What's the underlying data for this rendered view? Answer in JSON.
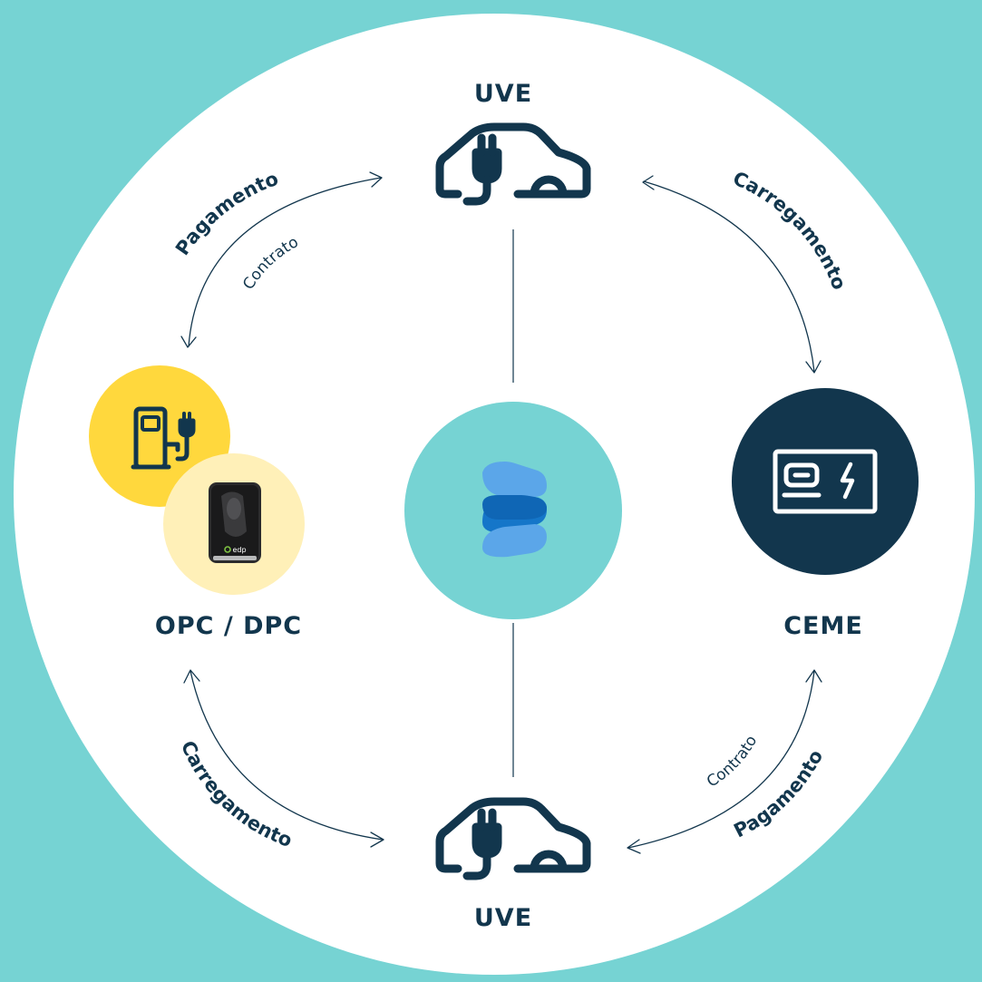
{
  "colors": {
    "background": "#76d3d3",
    "circle": "#ffffff",
    "navy": "#12364d",
    "teal": "#76d3d3",
    "yellow": "#ffd83d",
    "light_yellow": "#fff0b8",
    "logo_blue_dark": "#1576c9",
    "logo_blue_light": "#5ba6e9"
  },
  "nodes": {
    "uve_top": {
      "label": "UVE",
      "icon": "electric-car-plug-icon"
    },
    "uve_bottom": {
      "label": "UVE",
      "icon": "electric-car-plug-icon"
    },
    "opc_dpc": {
      "label": "OPC / DPC",
      "icon": "charging-station-icon",
      "device_brand": "edp"
    },
    "ceme": {
      "label": "CEME",
      "icon": "charging-card-icon"
    },
    "center": {
      "icon": "platform-logo-icon"
    }
  },
  "relations": {
    "top_left": {
      "primary": "Pagamento",
      "secondary": "Contrato"
    },
    "top_right": {
      "primary": "Carregamento"
    },
    "bottom_left": {
      "primary": "Carregamento"
    },
    "bottom_right": {
      "primary": "Pagamento",
      "secondary": "Contrato"
    }
  }
}
